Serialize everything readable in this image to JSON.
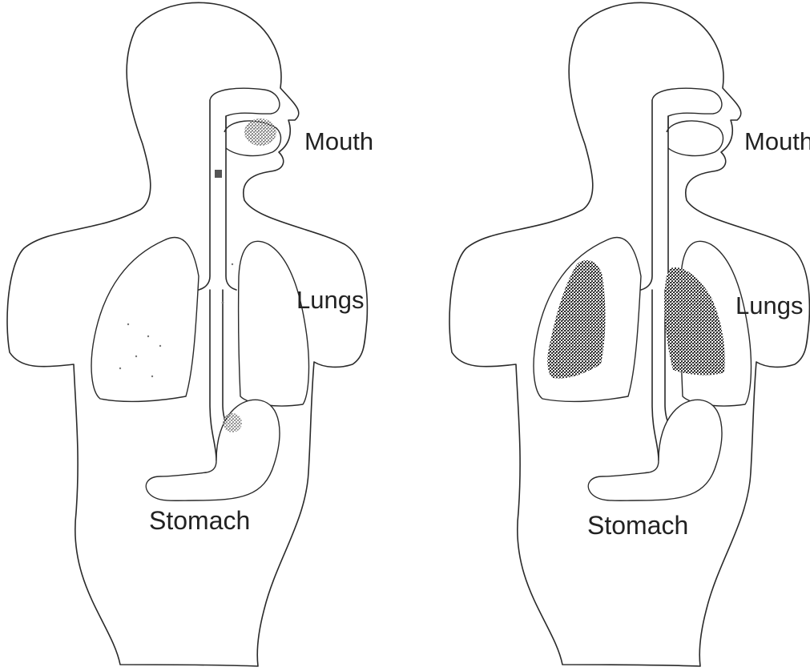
{
  "figures": [
    {
      "labels": {
        "mouth": "Mouth",
        "lungs": "Lungs",
        "stomach": "Stomach"
      },
      "lungs_shaded": false
    },
    {
      "labels": {
        "mouth": "Mouth",
        "lungs": "Lungs",
        "stomach": "Stomach"
      },
      "lungs_shaded": true
    }
  ],
  "colors": {
    "line": "#2a2a2a",
    "shading": "#333333",
    "background": "#ffffff"
  }
}
